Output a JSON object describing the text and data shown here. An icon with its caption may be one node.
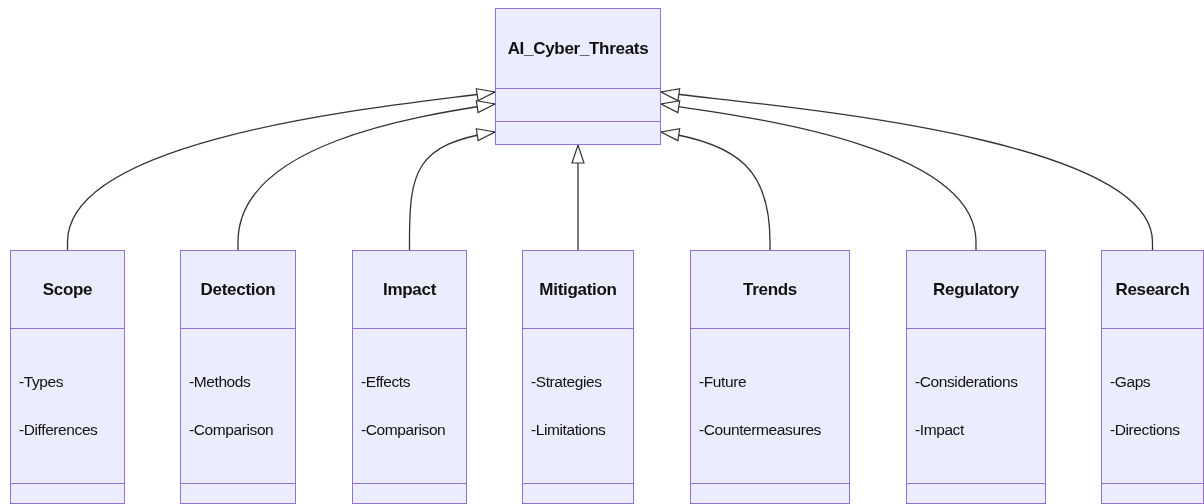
{
  "diagram": {
    "nodes": [
      {
        "text": [
          "AI_Cyber_Threats"
        ]
      },
      {
        "text": [
          "Scope",
          "-Types",
          "-Differences"
        ]
      },
      {
        "text": [
          "Detection",
          "-Methods",
          "-Comparison"
        ]
      },
      {
        "text": [
          "Impact",
          "-Effects",
          "-Comparison"
        ]
      },
      {
        "text": [
          "Mitigation",
          "-Strategies",
          "-Limitations"
        ]
      },
      {
        "text": [
          "Trends",
          "-Future",
          "-Countermeasures"
        ]
      },
      {
        "text": [
          "Regulatory",
          "-Considerations",
          "-Impact"
        ]
      },
      {
        "text": [
          "Research",
          "-Gaps",
          "-Directions"
        ]
      }
    ],
    "edges": [
      {
        "from": 1,
        "to": 0,
        "arrow": "to"
      },
      {
        "from": 2,
        "to": 0,
        "arrow": "to"
      },
      {
        "from": 3,
        "to": 0,
        "arrow": "to"
      },
      {
        "from": 4,
        "to": 0,
        "arrow": "to"
      },
      {
        "from": 5,
        "to": 0,
        "arrow": "to"
      },
      {
        "from": 6,
        "to": 0,
        "arrow": "to"
      },
      {
        "from": 7,
        "to": 0,
        "arrow": "to"
      }
    ]
  }
}
